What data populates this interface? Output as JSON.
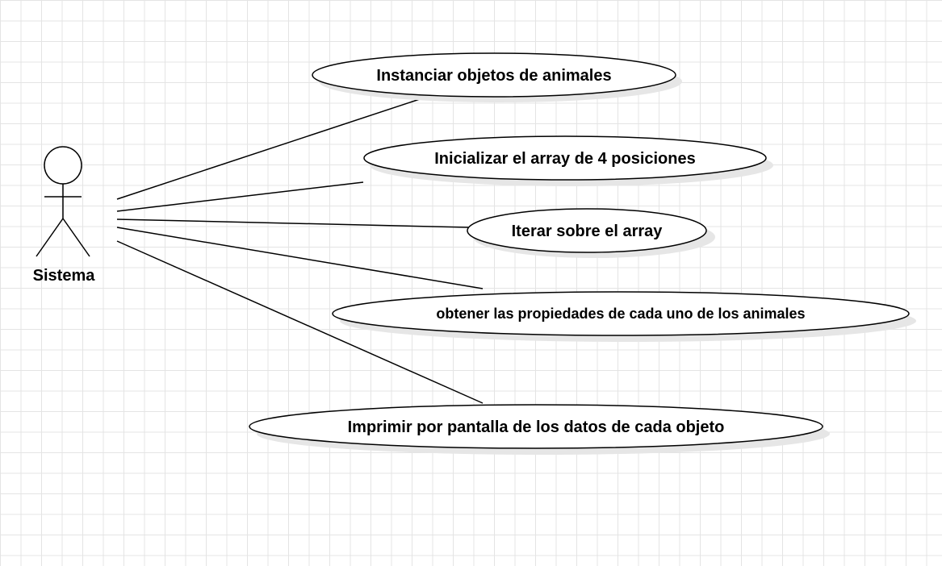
{
  "diagram": {
    "actor": {
      "name": "Sistema"
    },
    "use_cases": [
      {
        "label": "Instanciar objetos de animales"
      },
      {
        "label": "Inicializar el array de 4 posiciones"
      },
      {
        "label": "Iterar sobre el array"
      },
      {
        "label": "obtener las propiedades de cada uno de los animales"
      },
      {
        "label": "Imprimir por pantalla de los datos de cada objeto"
      }
    ]
  },
  "colors": {
    "stroke": "#000000",
    "shadow": "#e6e6e6",
    "grid": "#e4e4e4",
    "background": "#ffffff"
  }
}
